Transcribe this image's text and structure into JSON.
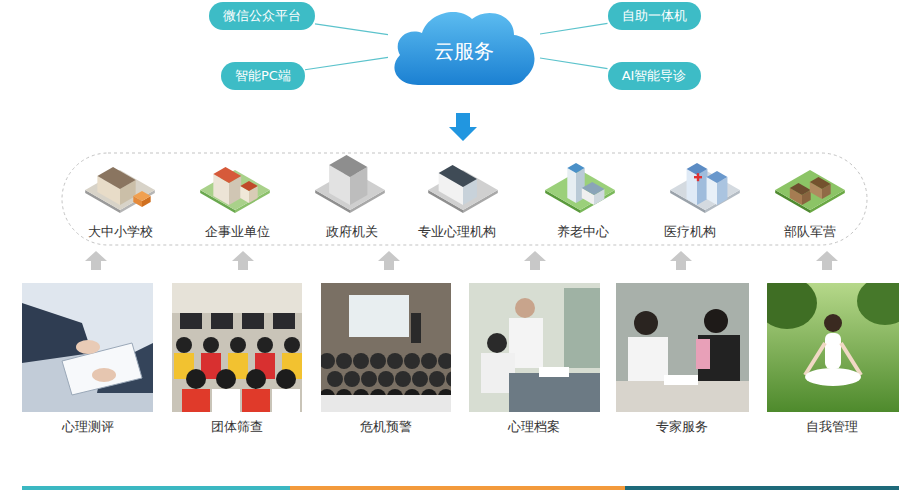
{
  "diagram": {
    "nodes": [
      {
        "text": [
          "微信公众平台"
        ]
      },
      {
        "text": [
          "云服务"
        ]
      },
      {
        "text": [
          "自助一体机"
        ]
      },
      {
        "text": [
          "智能PC端"
        ]
      },
      {
        "text": [
          "AI智能导诊"
        ]
      }
    ],
    "edges": [
      {
        "from": 0,
        "to": 1,
        "arrow": "none"
      },
      {
        "from": 2,
        "to": 1,
        "arrow": "none"
      },
      {
        "from": 3,
        "to": 1,
        "arrow": "none"
      },
      {
        "from": 4,
        "to": 1,
        "arrow": "none"
      }
    ],
    "labels": [
      "大中小学校",
      "企事业单位",
      "政府机关",
      "专业心理机构",
      "养老中心",
      "医疗机构",
      "部队军营",
      "心理测评",
      "团体筛查",
      "危机预警",
      "心理档案",
      "专家服务",
      "自我管理"
    ]
  }
}
